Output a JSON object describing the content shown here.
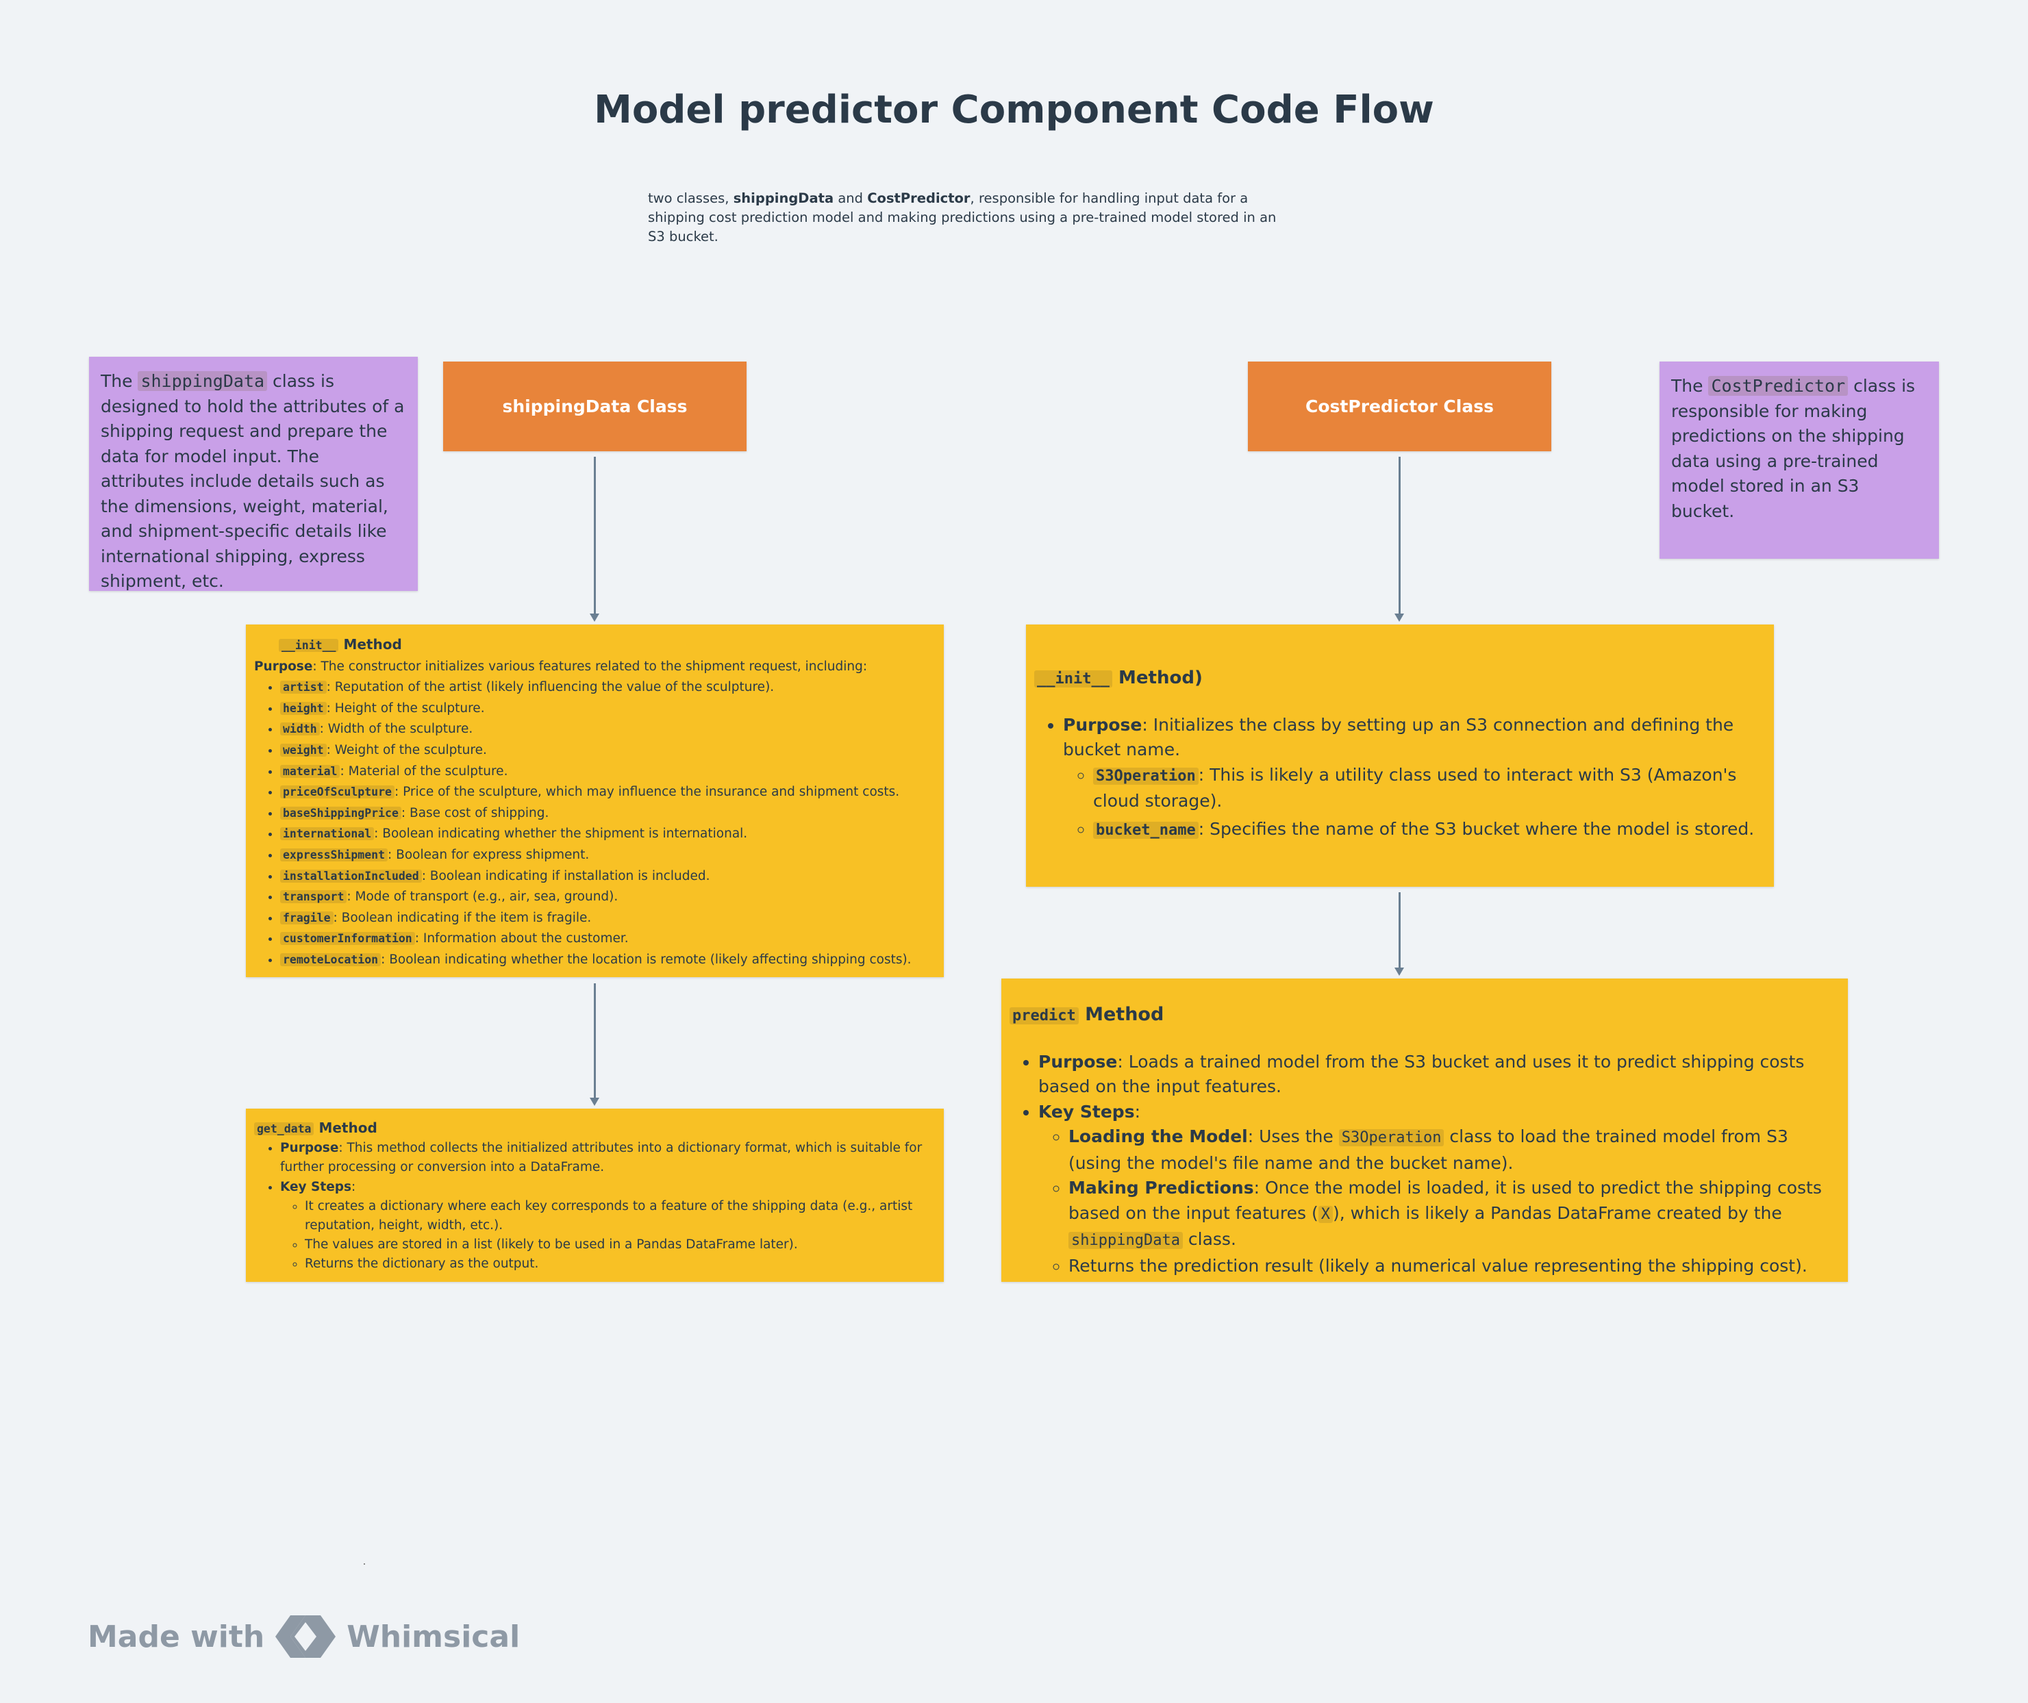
{
  "title": "Model predictor Component Code Flow",
  "subtitle": {
    "prefix": " two classes, ",
    "class1": "shippingData",
    "and": " and ",
    "class2": "CostPredictor",
    "suffix": ", responsible for handling input data for a shipping cost prediction model and making predictions using a pre-trained model stored in an S3 bucket."
  },
  "note_left": {
    "pre": "The ",
    "code": "shippingData",
    "post": " class is designed to hold the attributes of a shipping request and prepare the data for model input. The attributes include details such as the dimensions, weight, material, and shipment-specific details like international shipping, express shipment, etc."
  },
  "note_right": {
    "pre": "The ",
    "code": "CostPredictor",
    "post": " class is responsible for making predictions on the shipping data using a pre-trained model stored in an S3 bucket."
  },
  "class_left": "shippingData Class",
  "class_right": "CostPredictor Class",
  "init_left": {
    "code": "__init__",
    "title": " Method",
    "purpose_label": "Purpose",
    "purpose_text": ": The constructor initializes various features related to the shipment request, including:",
    "attributes": [
      {
        "code": "artist",
        "text": ": Reputation of the artist (likely influencing the value of the sculpture)."
      },
      {
        "code": "height",
        "text": ": Height of the sculpture."
      },
      {
        "code": "width",
        "text": ": Width of the sculpture."
      },
      {
        "code": "weight",
        "text": ": Weight of the sculpture."
      },
      {
        "code": "material",
        "text": ": Material of the sculpture."
      },
      {
        "code": "priceOfSculpture",
        "text": ": Price of the sculpture, which may influence the insurance and shipment costs."
      },
      {
        "code": "baseShippingPrice",
        "text": ": Base cost of shipping."
      },
      {
        "code": "international",
        "text": ": Boolean indicating whether the shipment is international."
      },
      {
        "code": "expressShipment",
        "text": ": Boolean for express shipment."
      },
      {
        "code": "installationIncluded",
        "text": ": Boolean indicating if installation is included."
      },
      {
        "code": "transport",
        "text": ": Mode of transport (e.g., air, sea, ground)."
      },
      {
        "code": "fragile",
        "text": ": Boolean indicating if the item is fragile."
      },
      {
        "code": "customerInformation",
        "text": ": Information about the customer."
      },
      {
        "code": "remoteLocation",
        "text": ": Boolean indicating whether the location is remote (likely affecting shipping costs)."
      }
    ]
  },
  "get_data": {
    "code": "get_data",
    "title": " Method",
    "purpose_label": "Purpose",
    "purpose_text": ": This method collects the initialized attributes into a dictionary format, which is suitable for further processing or conversion into a DataFrame.",
    "steps_label": "Key Steps",
    "steps_colon": ":",
    "steps": [
      "It creates a dictionary where each key corresponds to a feature of the shipping data (e.g., artist reputation, height, width, etc.).",
      "The values are stored in a list (likely to be used in a Pandas DataFrame later).",
      "Returns the dictionary as the output."
    ]
  },
  "init_right": {
    "code": "__init__",
    "title": " Method)",
    "purpose_label": "Purpose",
    "purpose_text": ": Initializes the class by setting up an S3 connection and defining the bucket name.",
    "items": [
      {
        "code": "S3Operation",
        "text": ": This is likely a utility class used to interact with S3 (Amazon's cloud storage)."
      },
      {
        "code": "bucket_name",
        "text": ": Specifies the name of the S3 bucket where the model is stored."
      }
    ]
  },
  "predict": {
    "code": "predict",
    "title": " Method",
    "purpose_label": "Purpose",
    "purpose_text": ": Loads a trained model from the S3 bucket and uses it to predict shipping costs based on the input features.",
    "steps_label": "Key Steps",
    "steps_colon": ":",
    "step1_label": "Loading the Model",
    "step1_pre": ": Uses the ",
    "step1_code": "S3Operation",
    "step1_post": " class to load the trained model from S3 (using the model's file name and the bucket name).",
    "step2_label": "Making Predictions",
    "step2_pre": ": Once the model is loaded, it is used to predict the shipping costs based on the input features (",
    "step2_code1": "X",
    "step2_mid": "), which is likely a Pandas DataFrame created by the ",
    "step2_code2": "shippingData",
    "step2_post": " class.",
    "step3": "Returns the prediction result (likely a numerical value representing the shipping cost)."
  },
  "watermark": {
    "made_with": "Made with",
    "brand": "Whimsical"
  },
  "colors": {
    "background": "#f0f3f6",
    "note": "#c9a0e8",
    "class_box": "#e8843a",
    "method_box": "#f8c125",
    "connector": "#6a7f92",
    "text": "#2b3a48"
  }
}
